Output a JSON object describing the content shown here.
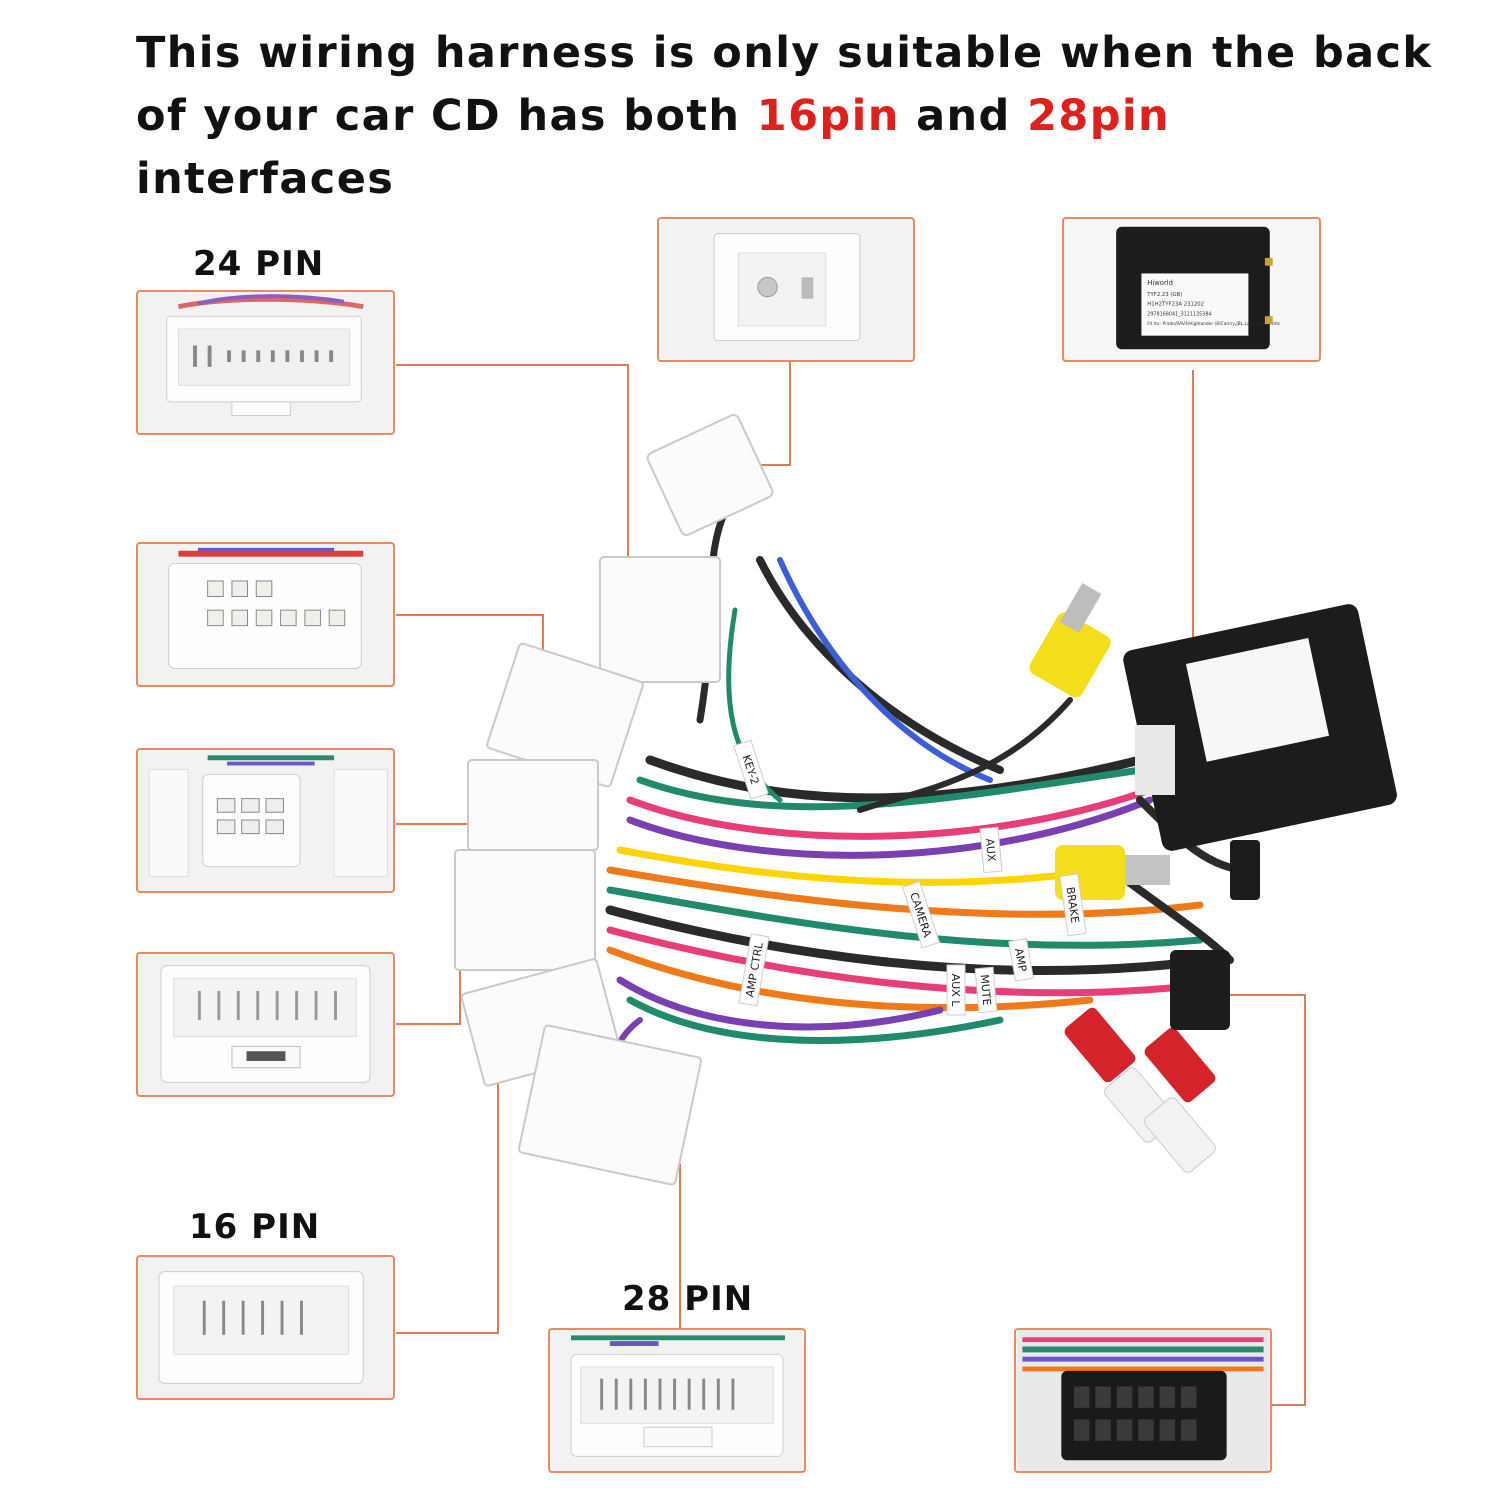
{
  "headline": {
    "line1": "This wiring harness is only suitable when the back",
    "line2_before": "of your car CD has both ",
    "highlight1": "16pin",
    "between": " and ",
    "highlight2": "28pin",
    "after": " interfaces"
  },
  "labels": {
    "pin24": "24 PIN",
    "pin16": "16 PIN",
    "pin28": "28 PIN"
  },
  "wire_tags": [
    "KEY-2",
    "AUX",
    "BRAKE",
    "CAMERA",
    "AMP CTRL",
    "AUX L",
    "AMP",
    "MUTE"
  ],
  "decoder_box": {
    "brand": "Hiworld",
    "model": "TYF2.23 (GB)",
    "part": "H1H2TYF23A  231202",
    "serial": "2978168041_3121135384",
    "fit": "Fit for: Prado/RAV4/Highlander (8)Camry,JBL,Land Cruiser/etc"
  },
  "colors": {
    "accent_red": "#e0201b",
    "callout_line": "#ec8a5f",
    "text": "#111111"
  }
}
